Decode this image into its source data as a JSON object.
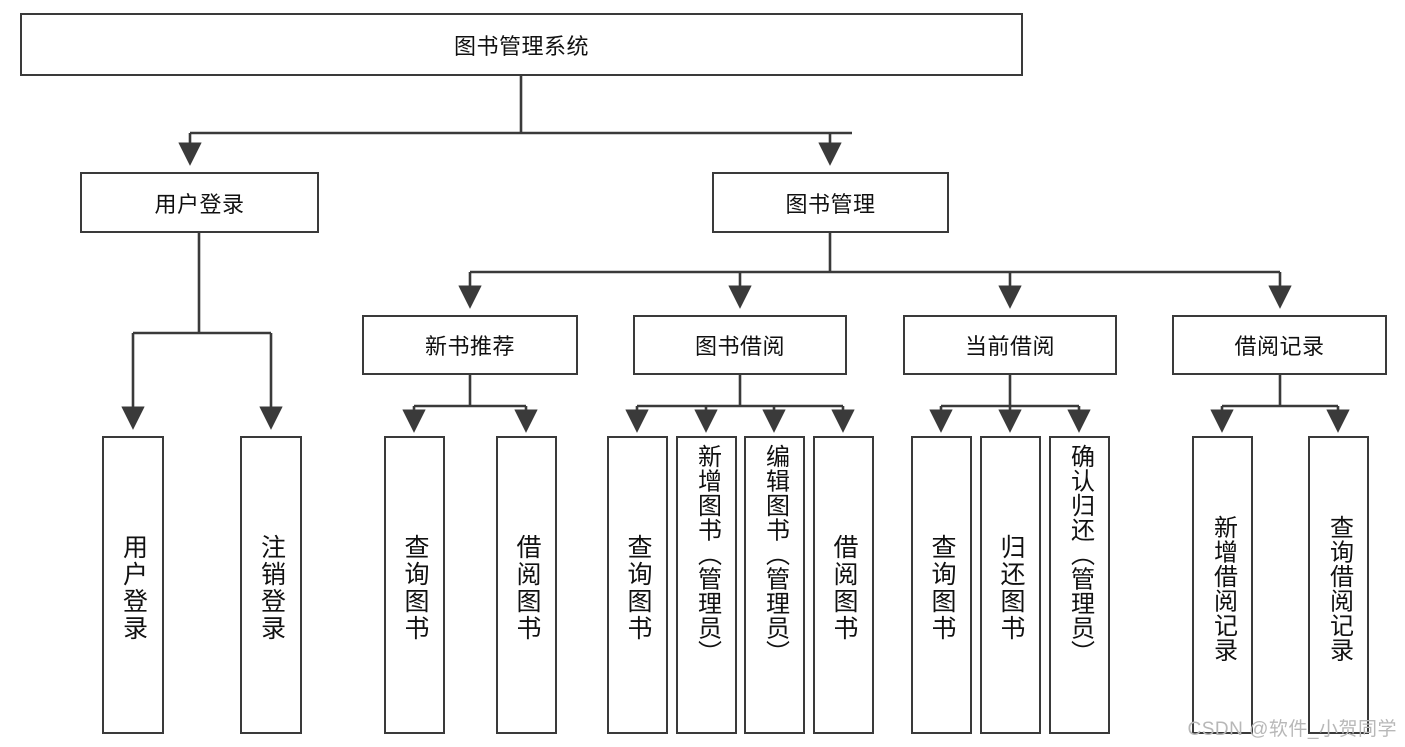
{
  "diagram": {
    "title": "图书管理系统",
    "type": "tree-hierarchy-chart",
    "root": {
      "label": "图书管理系统"
    },
    "level2": [
      {
        "label": "用户登录"
      },
      {
        "label": "图书管理"
      }
    ],
    "level3": [
      {
        "label": "新书推荐"
      },
      {
        "label": "图书借阅"
      },
      {
        "label": "当前借阅"
      },
      {
        "label": "借阅记录"
      }
    ],
    "leaves": {
      "user_login": [
        {
          "label": "用户登录"
        },
        {
          "label": "注销登录"
        }
      ],
      "new_book_recommend": [
        {
          "label": "查询图书"
        },
        {
          "label": "借阅图书"
        }
      ],
      "book_borrow": [
        {
          "label": "查询图书"
        },
        {
          "label": "新增图书（管理员）"
        },
        {
          "label": "编辑图书（管理员）"
        },
        {
          "label": "借阅图书"
        }
      ],
      "current_borrow": [
        {
          "label": "查询图书"
        },
        {
          "label": "归还图书"
        },
        {
          "label": "确认归还（管理员）"
        }
      ],
      "borrow_record": [
        {
          "label": "新增借阅记录"
        },
        {
          "label": "查询借阅记录"
        }
      ]
    }
  },
  "watermark": {
    "text": "CSDN @软件_小贺同学"
  },
  "colors": {
    "stroke": "#3a3a3a",
    "text": "#111111",
    "background": "#ffffff",
    "watermark": "#b8b8b8"
  }
}
